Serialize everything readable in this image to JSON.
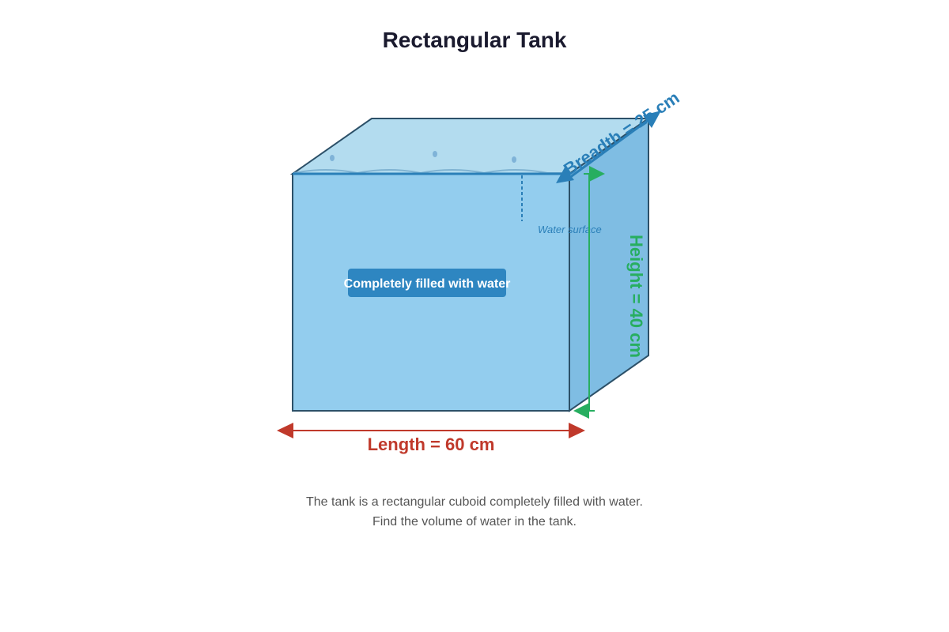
{
  "title": "Rectangular Tank",
  "dimensions": {
    "length": {
      "label": "Length = 60 cm",
      "value": 60,
      "unit": "cm"
    },
    "breadth": {
      "label": "Breadth = 25 cm",
      "value": 25,
      "unit": "cm"
    },
    "height": {
      "label": "Height = 40 cm",
      "value": 40,
      "unit": "cm"
    }
  },
  "labels": {
    "water_surface": "Water surface",
    "filled_badge": "Completely filled with water"
  },
  "caption": {
    "line1": "The tank is a rectangular cuboid completely filled with water.",
    "line2": "Find the volume of water in the tank."
  },
  "colors": {
    "title": "#1a1a2e",
    "front_face": "#93cdee",
    "top_face": "#b3dcef",
    "side_face": "#7fbde3",
    "outline": "#2c5068",
    "water_line": "#2a7fb8",
    "length": "#c0392b",
    "breadth": "#2a7fb8",
    "height": "#27ae60",
    "badge": "#2e86c1",
    "caption": "#555555"
  }
}
